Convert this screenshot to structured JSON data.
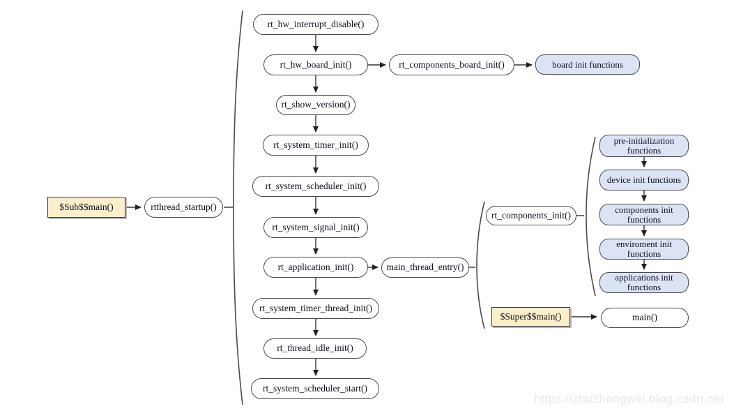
{
  "diagram": {
    "watermark": "https://zhuzhongwei.blog.csdn.net",
    "colors": {
      "node_fill": "#ffffff",
      "node_border": "#4a4a4a",
      "blue_fill": "#dbe3f5",
      "tan_fill": "#fbeecb",
      "line": "#333333",
      "watermark_color": "#eae8e6"
    },
    "nodes": {
      "sub_main": "$Sub$$main()",
      "rtthread_startup": "rtthread_startup()",
      "steps": [
        "rt_hw_interrupt_disable()",
        "rt_hw_board_init()",
        "rt_show_version()",
        "rt_system_timer_init()",
        "rt_system_scheduler_init()",
        "rt_system_signal_init()",
        "rt_application_init()",
        "rt_system_timer_thread_init()",
        "rt_thread_idle_init()",
        "rt_system_scheduler_start()"
      ],
      "components_board_init": "rt_components_board_init()",
      "board_init_functions": "board init functions",
      "main_thread_entry": "main_thread_entry()",
      "components_init": "rt_components_init()",
      "init_groups": [
        "pre-initialization functions",
        "device init functions",
        "components init functions",
        "enviroment init functions",
        "applications init functions"
      ],
      "super_main": "$Super$$main()",
      "main": "main()"
    }
  }
}
